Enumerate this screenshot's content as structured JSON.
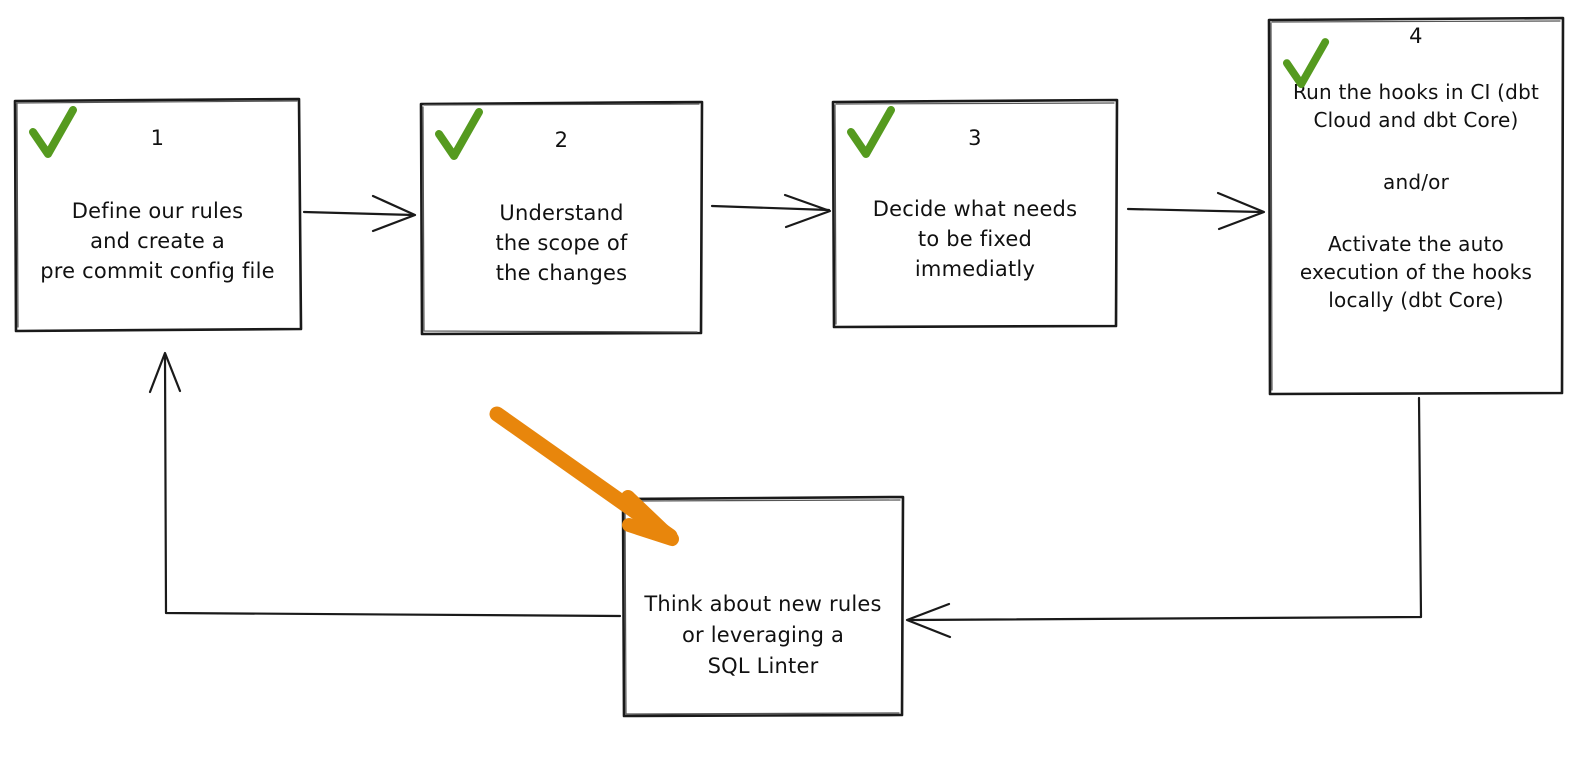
{
  "diagram": {
    "title": "Pre-commit adoption workflow",
    "style": "hand-drawn whiteboard flowchart",
    "colors": {
      "stroke": "#1a1a1a",
      "check_green": "#559A1F",
      "highlight_orange": "#E8860C",
      "background": "#ffffff"
    },
    "nodes": [
      {
        "id": "node-1",
        "step_number": "1",
        "check_icon": "green-check-icon",
        "lines": [
          "Define our rules",
          "and create a",
          "pre commit config file"
        ]
      },
      {
        "id": "node-2",
        "step_number": "2",
        "check_icon": "green-check-icon",
        "lines": [
          "Understand",
          "the scope of",
          "the changes"
        ]
      },
      {
        "id": "node-3",
        "step_number": "3",
        "check_icon": "green-check-icon",
        "lines": [
          "Decide what needs",
          "to be fixed",
          "immediatly"
        ]
      },
      {
        "id": "node-4",
        "step_number": "4",
        "check_icon": "green-check-icon",
        "paragraphs": [
          "Run the hooks in CI (dbt Cloud and dbt Core)",
          "and/or",
          "Activate the auto execution of the hooks locally (dbt Core)"
        ]
      },
      {
        "id": "node-5",
        "step_number": "",
        "check_icon": "",
        "lines": [
          "Think about new rules",
          "or leveraging a",
          "SQL Linter"
        ]
      }
    ],
    "connectors": [
      {
        "id": "arrow-1-to-2",
        "from": "node-1",
        "to": "node-2",
        "direction": "right"
      },
      {
        "id": "arrow-2-to-3",
        "from": "node-2",
        "to": "node-3",
        "direction": "right"
      },
      {
        "id": "arrow-3-to-4",
        "from": "node-3",
        "to": "node-4",
        "direction": "right"
      },
      {
        "id": "arrow-4-to-5",
        "from": "node-4",
        "to": "node-5",
        "direction": "down-then-left"
      },
      {
        "id": "arrow-5-to-1",
        "from": "node-5",
        "to": "node-1",
        "direction": "left-then-up"
      }
    ],
    "annotations": [
      {
        "id": "orange-highlight-arrow",
        "icon": "orange-arrow-icon",
        "points_at": "node-5",
        "color": "#E8860C"
      }
    ]
  }
}
